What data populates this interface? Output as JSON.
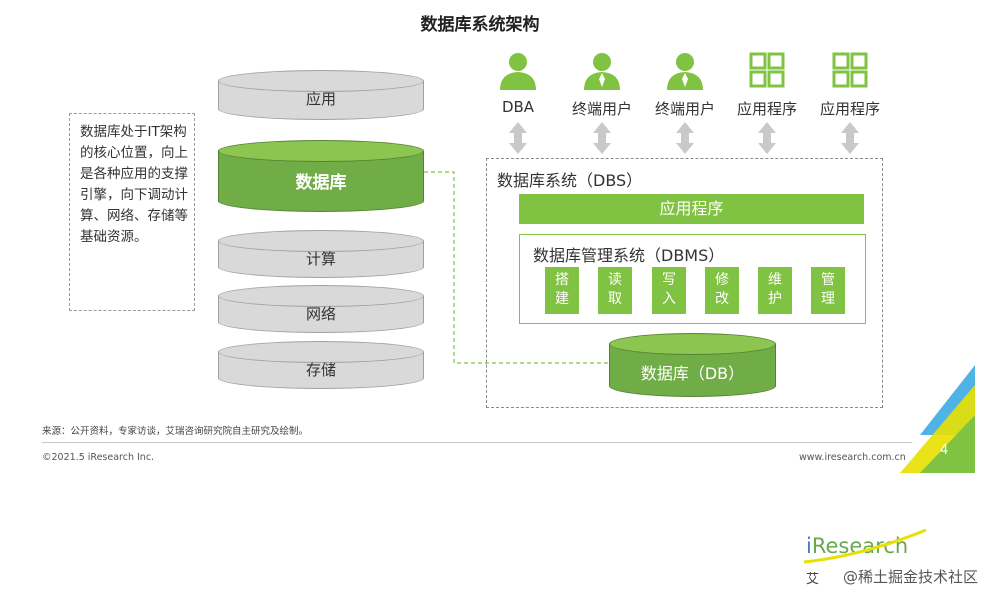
{
  "title": "数据库系统架构",
  "description": "数据库处于IT架构的核心位置，向上是各种应用的支撑引擎，向下调动计算、网络、存储等基础资源。",
  "stack": {
    "app": "应用",
    "database": "数据库",
    "compute": "计算",
    "network": "网络",
    "storage": "存储"
  },
  "actors": [
    {
      "label": "DBA",
      "icon": "person-icon"
    },
    {
      "label": "终端用户",
      "icon": "person-icon"
    },
    {
      "label": "终端用户",
      "icon": "person-icon"
    },
    {
      "label": "应用程序",
      "icon": "app-grid-icon"
    },
    {
      "label": "应用程序",
      "icon": "app-grid-icon"
    }
  ],
  "dbs": {
    "title": "数据库系统（DBS）",
    "app_bar": "应用程序",
    "dbms_title": "数据库管理系统（DBMS）",
    "operations": [
      "搭建",
      "读取",
      "写入",
      "修改",
      "维护",
      "管理"
    ],
    "db": "数据库（DB）"
  },
  "footer": {
    "source": "来源：公开资料，专家访谈，艾瑞咨询研究院自主研究及绘制。",
    "copyright": "©2021.5 iResearch Inc.",
    "website": "www.iresearch.com.cn",
    "page": "4",
    "brand_i": "i",
    "brand_rest": "Research",
    "watermark_prefix": "艾",
    "watermark": "@稀土掘金技术社区"
  },
  "colors": {
    "green": "#80c342",
    "green_dark": "#548235",
    "gray": "#d9d9d9",
    "accent_blue": "#4fb3e8",
    "accent_yellow": "#e8e000"
  }
}
